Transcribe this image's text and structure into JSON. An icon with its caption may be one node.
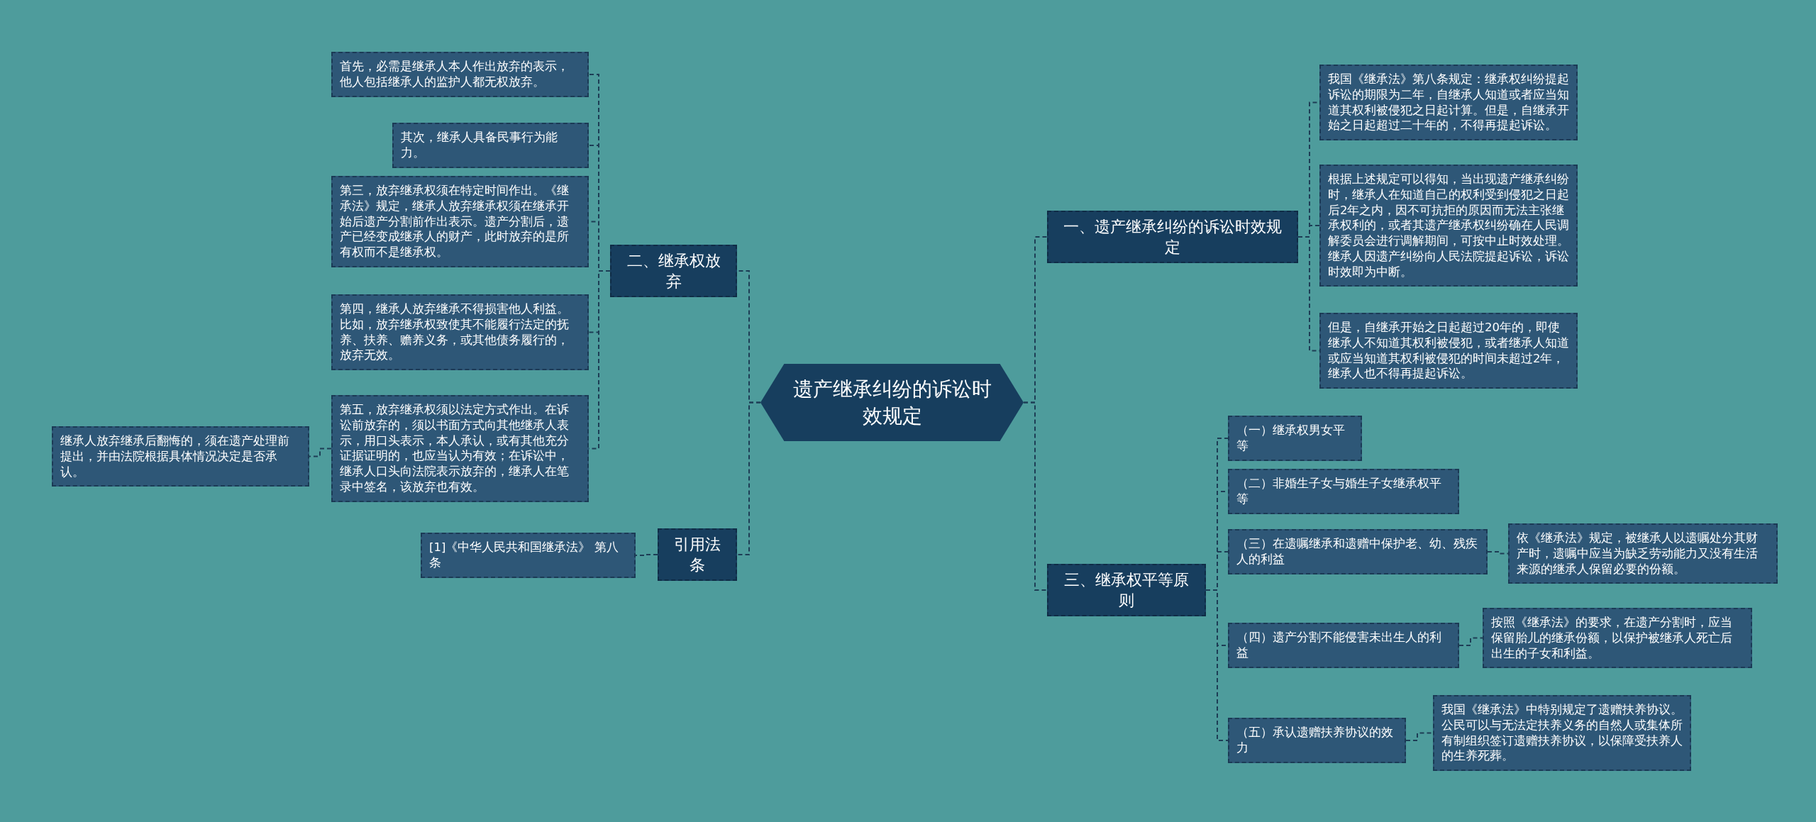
{
  "diagram": {
    "nodes": [
      {
        "text": [
          "遗产继承纠纷的诉讼时效规定"
        ]
      },
      {
        "text": [
          "二、继承权放弃"
        ]
      },
      {
        "text": [
          "首先，必需是继承人本人作出放弃的表示，他人包括继承人的监护人都无权放弃。"
        ]
      },
      {
        "text": [
          "其次，继承人具备民事行为能力。"
        ]
      },
      {
        "text": [
          "第三，放弃继承权须在特定时间作出。《继承法》规定，继承人放弃继承权须在继承开始后遗产分割前作出表示。遗产分割后，遗产已经变成继承人的财产，此时放弃的是所有权而不是继承权。"
        ]
      },
      {
        "text": [
          "第四，继承人放弃继承不得损害他人利益。比如，放弃继承权致使其不能履行法定的抚养、扶养、赡养义务，或其他债务履行的，放弃无效。"
        ]
      },
      {
        "text": [
          "第五，放弃继承权须以法定方式作出。在诉讼前放弃的，须以书面方式向其他继承人表示，用口头表示，本人承认，或有其他充分证据证明的，也应当认为有效；在诉讼中，继承人口头向法院表示放弃的，继承人在笔录中签名，该放弃也有效。"
        ]
      },
      {
        "text": [
          "继承人放弃继承后翻悔的，须在遗产处理前提出，并由法院根据具体情况决定是否承认。"
        ]
      },
      {
        "text": [
          "引用法条"
        ]
      },
      {
        "text": [
          "[1]《中华人民共和国继承法》 第八条"
        ]
      },
      {
        "text": [
          "一、遗产继承纠纷的诉讼时效规定"
        ]
      },
      {
        "text": [
          "我国《继承法》第八条规定：继承权纠纷提起诉讼的期限为二年，自继承人知道或者应当知道其权利被侵犯之日起计算。但是，自继承开始之日起超过二十年的，不得再提起诉讼。"
        ]
      },
      {
        "text": [
          "根据上述规定可以得知，当出现遗产继承纠纷时，继承人在知道自己的权利受到侵犯之日起后2年之内，因不可抗拒的原因而无法主张继承权利的，或者其遗产继承权纠纷确在人民调解委员会进行调解期间，可按中止时效处理。继承人因遗产纠纷向人民法院提起诉讼，诉讼时效即为中断。"
        ]
      },
      {
        "text": [
          "但是，自继承开始之日起超过20年的，即使继承人不知道其权利被侵犯，或者继承人知道或应当知道其权利被侵犯的时间未超过2年，继承人也不得再提起诉讼。"
        ]
      },
      {
        "text": [
          "三、继承权平等原则"
        ]
      },
      {
        "text": [
          "（一）继承权男女平等"
        ]
      },
      {
        "text": [
          "（二）非婚生子女与婚生子女继承权平等"
        ]
      },
      {
        "text": [
          "（三）在遗嘱继承和遗赠中保护老、幼、残疾人的利益"
        ]
      },
      {
        "text": [
          "依《继承法》规定，被继承人以遗嘱处分其财产时，遗嘱中应当为缺乏劳动能力又没有生活来源的继承人保留必要的份额。"
        ]
      },
      {
        "text": [
          "（四）遗产分割不能侵害未出生人的利益"
        ]
      },
      {
        "text": [
          "按照《继承法》的要求，在遗产分割时，应当保留胎儿的继承份额，以保护被继承人死亡后出生的子女和利益。"
        ]
      },
      {
        "text": [
          "（五）承认遗赠扶养协议的效力"
        ]
      },
      {
        "text": [
          "我国《继承法》中特别规定了遗赠扶养协议。公民可以与无法定扶养义务的自然人或集体所有制组织签订遗赠扶养协议，以保障受扶养人的生养死葬。"
        ]
      }
    ],
    "edges": [
      {
        "from": 0,
        "to": 1,
        "arrow": "none"
      },
      {
        "from": 1,
        "to": 2,
        "arrow": "none"
      },
      {
        "from": 1,
        "to": 3,
        "arrow": "none"
      },
      {
        "from": 1,
        "to": 4,
        "arrow": "none"
      },
      {
        "from": 1,
        "to": 5,
        "arrow": "none"
      },
      {
        "from": 1,
        "to": 6,
        "arrow": "none"
      },
      {
        "from": 6,
        "to": 7,
        "arrow": "none"
      },
      {
        "from": 0,
        "to": 8,
        "arrow": "none"
      },
      {
        "from": 8,
        "to": 9,
        "arrow": "none"
      },
      {
        "from": 0,
        "to": 10,
        "arrow": "none"
      },
      {
        "from": 10,
        "to": 11,
        "arrow": "none"
      },
      {
        "from": 10,
        "to": 12,
        "arrow": "none"
      },
      {
        "from": 10,
        "to": 13,
        "arrow": "none"
      },
      {
        "from": 0,
        "to": 14,
        "arrow": "none"
      },
      {
        "from": 14,
        "to": 15,
        "arrow": "none"
      },
      {
        "from": 14,
        "to": 16,
        "arrow": "none"
      },
      {
        "from": 14,
        "to": 17,
        "arrow": "none"
      },
      {
        "from": 17,
        "to": 18,
        "arrow": "none"
      },
      {
        "from": 14,
        "to": 19,
        "arrow": "none"
      },
      {
        "from": 19,
        "to": 20,
        "arrow": "none"
      },
      {
        "from": 14,
        "to": 21,
        "arrow": "none"
      },
      {
        "from": 21,
        "to": 22,
        "arrow": "none"
      }
    ]
  }
}
